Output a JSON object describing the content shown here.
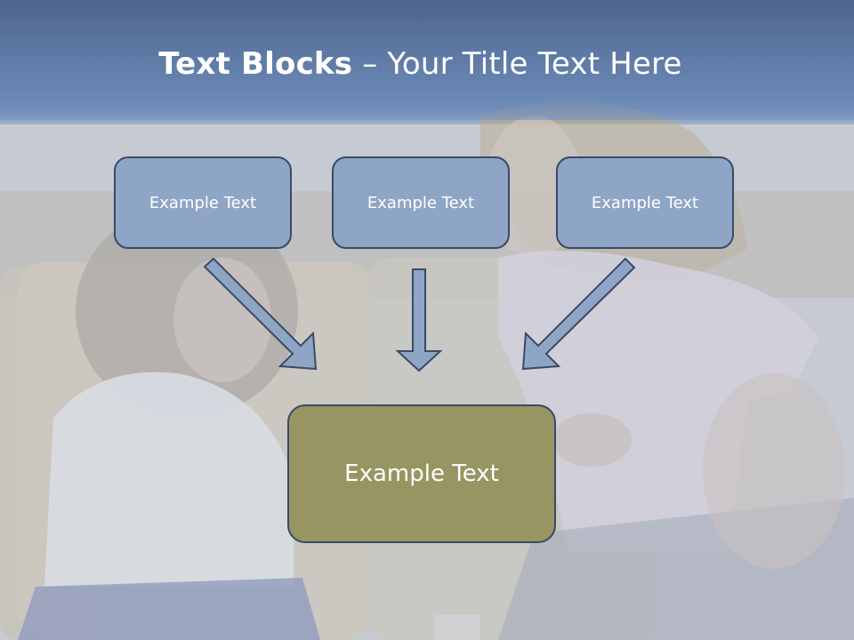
{
  "slide": {
    "title_bold": "Text Blocks",
    "title_dash": " – ",
    "title_rest": "Your Title Text Here"
  },
  "boxes": {
    "left": "Example Text",
    "center": "Example Text",
    "right": "Example Text",
    "bottom": "Example Text"
  },
  "colors": {
    "header": "#5f7ba6",
    "top_box_fill": "#8ea5c6",
    "bottom_box_fill": "#979562",
    "box_border": "#3b4a66",
    "arrow_fill": "#8ea5c6"
  }
}
